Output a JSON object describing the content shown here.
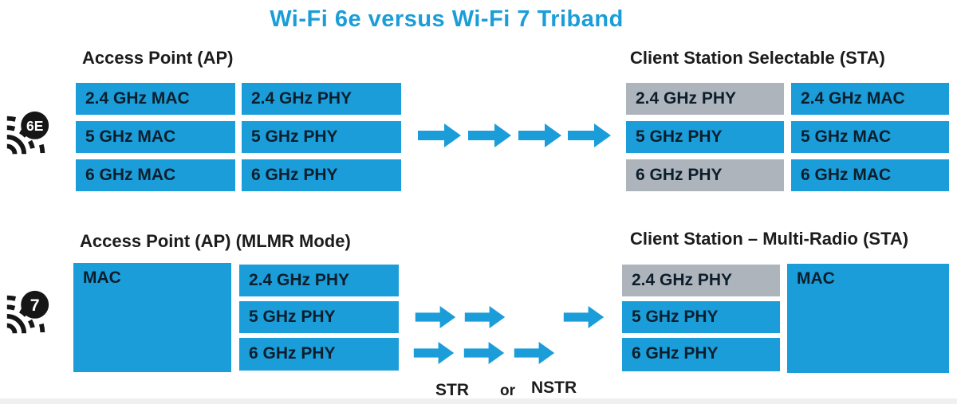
{
  "title": "Wi-Fi 6e versus Wi-Fi 7 Triband",
  "colors": {
    "accent_blue": "#1b9dd9",
    "inactive_gray": "#aeb4bc",
    "block_text": "#0c1e2c",
    "heading_text": "#1c1c1c",
    "badge_black": "#161616"
  },
  "wifi6e": {
    "badge_label": "6E",
    "ap": {
      "title": "Access Point (AP)",
      "mac_blocks": [
        {
          "label": "2.4 GHz MAC",
          "state": "active"
        },
        {
          "label": "5 GHz MAC",
          "state": "active"
        },
        {
          "label": "6 GHz MAC",
          "state": "active"
        }
      ],
      "phy_blocks": [
        {
          "label": "2.4 GHz PHY",
          "state": "active"
        },
        {
          "label": "5 GHz PHY",
          "state": "active"
        },
        {
          "label": "6 GHz PHY",
          "state": "active"
        }
      ]
    },
    "sta": {
      "title": "Client Station Selectable (STA)",
      "phy_blocks": [
        {
          "label": "2.4 GHz PHY",
          "state": "inactive"
        },
        {
          "label": "5 GHz PHY",
          "state": "active"
        },
        {
          "label": "6 GHz PHY",
          "state": "inactive"
        }
      ],
      "mac_blocks": [
        {
          "label": "2.4 GHz MAC",
          "state": "active"
        },
        {
          "label": "5 GHz MAC",
          "state": "active"
        },
        {
          "label": "6 GHz MAC",
          "state": "active"
        }
      ]
    }
  },
  "wifi7": {
    "badge_label": "7",
    "ap": {
      "title": "Access Point (AP) (MLMR Mode)",
      "mac_label": "MAC",
      "phy_blocks": [
        {
          "label": "2.4 GHz PHY",
          "state": "active"
        },
        {
          "label": "5 GHz PHY",
          "state": "active"
        },
        {
          "label": "6 GHz PHY",
          "state": "active"
        }
      ]
    },
    "sta": {
      "title": "Client Station – Multi-Radio (STA)",
      "phy_blocks": [
        {
          "label": "2.4 GHz PHY",
          "state": "inactive"
        },
        {
          "label": "5 GHz PHY",
          "state": "active"
        },
        {
          "label": "6 GHz PHY",
          "state": "active"
        }
      ],
      "mac_label": "MAC"
    },
    "link_labels": {
      "str": "STR",
      "or": "or",
      "nstr": "NSTR"
    }
  }
}
